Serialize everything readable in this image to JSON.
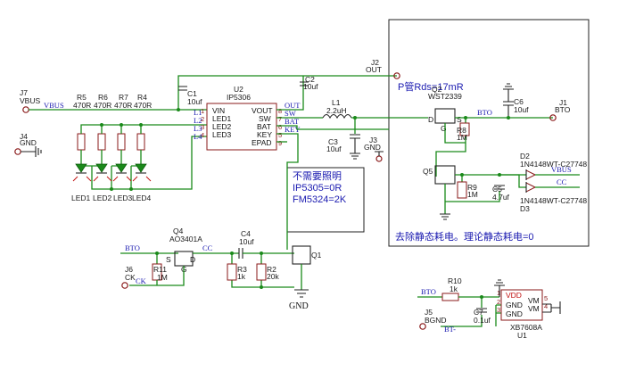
{
  "title": "",
  "connectors": {
    "j7": {
      "ref": "J7",
      "name": "VBUS",
      "net": "VBUS"
    },
    "j4": {
      "ref": "J4",
      "name": "GND"
    },
    "j2": {
      "ref": "J2",
      "name": "OUT"
    },
    "j3": {
      "ref": "J3",
      "name": "GND"
    },
    "j1": {
      "ref": "J1",
      "name": "BTO"
    },
    "j6": {
      "ref": "J6",
      "name": "CK",
      "net": "CK"
    },
    "j5": {
      "ref": "J5",
      "name": "BGND",
      "net": "BT-"
    }
  },
  "resistors": {
    "r5": {
      "ref": "R5",
      "value": "470R"
    },
    "r6": {
      "ref": "R6",
      "value": "470R"
    },
    "r7": {
      "ref": "R7",
      "value": "470R"
    },
    "r4": {
      "ref": "R4",
      "value": "470R"
    },
    "r8": {
      "ref": "R8",
      "value": "1M"
    },
    "r9": {
      "ref": "R9",
      "value": "1M"
    },
    "r11": {
      "ref": "R11",
      "value": "1M"
    },
    "r3": {
      "ref": "R3",
      "value": "1k"
    },
    "r2": {
      "ref": "R2",
      "value": "20k"
    },
    "r10": {
      "ref": "R10",
      "value": "1k"
    }
  },
  "capacitors": {
    "c1": {
      "ref": "C1",
      "value": "10uf"
    },
    "c2": {
      "ref": "C2",
      "value": "10uf"
    },
    "c3": {
      "ref": "C3",
      "value": "10uf"
    },
    "c6": {
      "ref": "C6",
      "value": "10uf"
    },
    "c5": {
      "ref": "C5",
      "value": "4.7uf"
    },
    "c4": {
      "ref": "C4",
      "value": "10uf"
    },
    "c7": {
      "ref": "C7",
      "value": "0.1uf"
    }
  },
  "inductor": {
    "ref": "L1",
    "value": "2.2uH"
  },
  "leds": [
    "LED1",
    "LED2",
    "LED3",
    "LED4"
  ],
  "u2": {
    "ref": "U2",
    "part": "IP5306",
    "left_pins": [
      {
        "num": "1",
        "name": "VIN"
      },
      {
        "num": "2",
        "name": "LED1"
      },
      {
        "num": "3",
        "name": "LED2"
      },
      {
        "num": "4",
        "name": "LED3"
      }
    ],
    "right_pins": [
      {
        "num": "8",
        "name": "VOUT",
        "net": "OUT"
      },
      {
        "num": "7",
        "name": "SW",
        "net": "SW"
      },
      {
        "num": "6",
        "name": "BAT",
        "net": "BAT"
      },
      {
        "num": "5",
        "name": "KEY",
        "net": "KEY"
      },
      {
        "num": "9",
        "name": "EPAD",
        "net": ""
      }
    ],
    "left_labels": [
      "L1",
      "L2",
      "L3",
      "L4"
    ]
  },
  "transistors": {
    "q2": {
      "ref": "Q2",
      "part": "WST2339"
    },
    "q4": {
      "ref": "Q4",
      "part": "AO3401A"
    },
    "q5": {
      "ref": "Q5"
    },
    "q1": {
      "ref": "Q1"
    }
  },
  "diodes": {
    "d2": {
      "ref": "D2",
      "part": "1N4148WT-C27748",
      "net": "VBUS"
    },
    "d3": {
      "ref": "D3",
      "part": "1N4148WT-C27748",
      "net": "CC"
    }
  },
  "u1": {
    "ref": "U1",
    "part": "XB7608A",
    "pins": [
      {
        "num": "1",
        "name": "VDD"
      },
      {
        "num": "2",
        "name": "GND"
      },
      {
        "num": "3",
        "name": "GND"
      }
    ],
    "right_pins": [
      {
        "num": "5",
        "name": "VM"
      },
      {
        "num": "4",
        "name": "VM"
      }
    ]
  },
  "nets": {
    "bto": "BTO",
    "cc": "CC",
    "ck": "CK",
    "gnd": "GND"
  },
  "notes": {
    "p_mos": "P管Rds=17mR",
    "quiescent": "去除静态耗电。理论静态耗电=0",
    "lighting_1": "不需要照明",
    "lighting_2": "IP5305=0R",
    "lighting_3": "FM5324=2K"
  },
  "pin_marks": {
    "s": "S",
    "d": "D",
    "g": "G"
  }
}
